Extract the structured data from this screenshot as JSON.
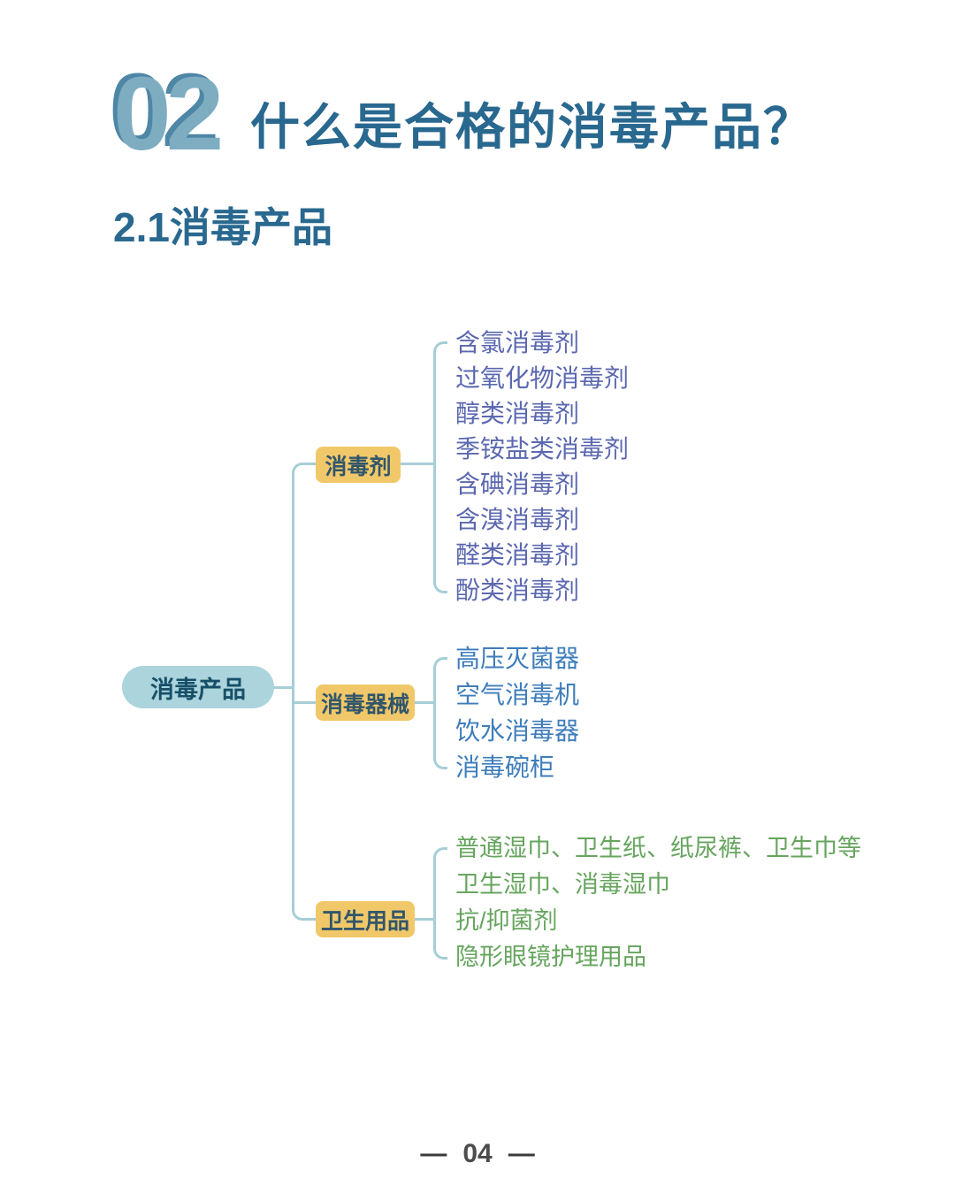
{
  "header": {
    "number": "02",
    "title": "什么是合格的消毒产品？",
    "subtitle": "2.1消毒产品"
  },
  "tree": {
    "root": "消毒产品",
    "branches": [
      {
        "label": "消毒剂",
        "items": [
          "含氯消毒剂",
          "过氧化物消毒剂",
          "醇类消毒剂",
          "季铵盐类消毒剂",
          "含碘消毒剂",
          "含溴消毒剂",
          "醛类消毒剂",
          "酚类消毒剂"
        ]
      },
      {
        "label": "消毒器械",
        "items": [
          "高压灭菌器",
          "空气消毒机",
          "饮水消毒器",
          "消毒碗柜"
        ]
      },
      {
        "label": "卫生用品",
        "items": [
          "普通湿巾、卫生纸、纸尿裤、卫生巾等",
          "卫生湿巾、消毒湿巾",
          "抗/抑菌剂",
          "隐形眼镜护理用品"
        ]
      }
    ]
  },
  "footer": {
    "left_dash": "—",
    "page_number": "04",
    "right_dash": "—"
  },
  "colors": {
    "title_blue": "#29688f",
    "number_fill": "#7eadc2",
    "number_shadow": "#4e86a6",
    "line_teal": "#a6ced6",
    "root_bg": "#abd4dc",
    "branch_bg": "#f1c869",
    "group1_text": "#5b68b0",
    "group2_text": "#3e7dbb",
    "group3_text": "#66a55e"
  }
}
